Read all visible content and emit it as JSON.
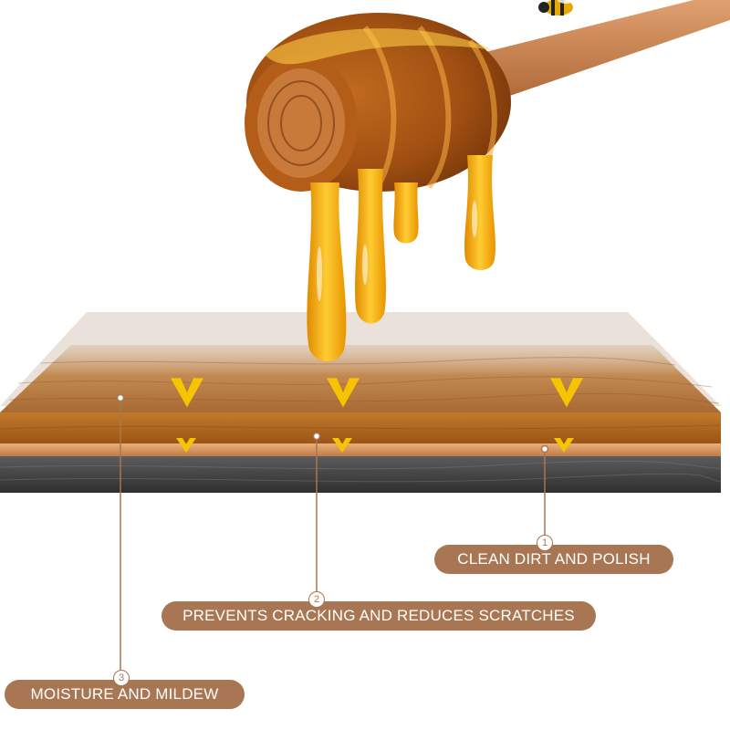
{
  "callouts": [
    {
      "number": "1",
      "label": "CLEAN DIRT AND POLISH"
    },
    {
      "number": "2",
      "label": "PREVENTS CRACKING AND REDUCES SCRATCHES"
    },
    {
      "number": "3",
      "label": "MOISTURE AND MILDEW"
    }
  ],
  "colors": {
    "pill": "#a87652",
    "honey": "#f0a818",
    "arrow": "#f6c400",
    "wood_top": "#c48a4c",
    "wood_mid": "#b5651e",
    "base_grey": "#4a4a4a"
  },
  "icons": [
    "honey-dipper-icon",
    "bee-icon",
    "down-chevron-icon"
  ]
}
